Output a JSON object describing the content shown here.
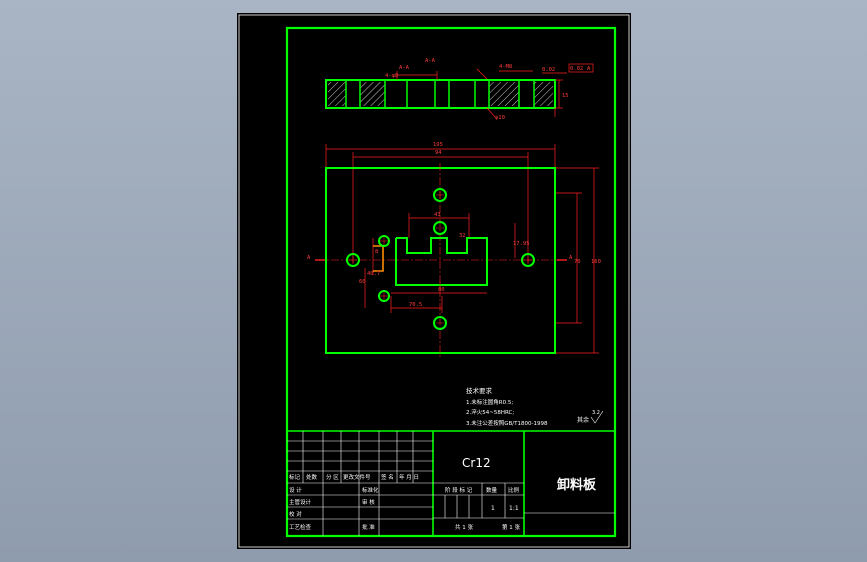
{
  "colors": {
    "background": "#8f9cae",
    "paper": "#000000",
    "frame": "#00ff00",
    "dimension": "#ff2020",
    "text": "#ffffff",
    "center_line": "#ff7f00"
  },
  "drawing": {
    "material": "Cr12",
    "part_name": "卸料板",
    "scale_value": "1:1",
    "quantity_value": "1",
    "sheet_total": "共 1 张",
    "sheet_index": "第 1 张"
  },
  "notes": {
    "heading": "技术要求",
    "lines": [
      "1.未标注圆角R0.5;",
      "2.淬火54~58HRC;",
      "3.未注公差按照GB/T1800-1998"
    ],
    "roughness": "其余",
    "roughness_value": "3.2"
  },
  "title_block": {
    "revision_headers": [
      "标记",
      "处数",
      "分 区",
      "更改文件号",
      "签 名",
      "年 月 日"
    ],
    "rows": [
      [
        "设 计",
        "",
        "标准化",
        ""
      ],
      [
        "主管设计",
        "",
        "审 核",
        ""
      ],
      [
        "校 对",
        "",
        "",
        ""
      ],
      [
        "工艺检查",
        "",
        "批 准",
        ""
      ]
    ],
    "stage_headers": [
      "阶 段 标 记",
      "数量",
      "比例"
    ]
  },
  "dims": {
    "top_view": [
      "A-A",
      "4-φ8",
      "A-A",
      "4-M8",
      "0.02",
      "A",
      "φ10",
      "0.02",
      "15",
      "φ"
    ],
    "front_view": [
      "195",
      "94",
      "43",
      "32",
      "17.95",
      "70",
      "160",
      "A",
      "A",
      "40.7",
      "60",
      "70.5",
      "8",
      "80"
    ]
  }
}
